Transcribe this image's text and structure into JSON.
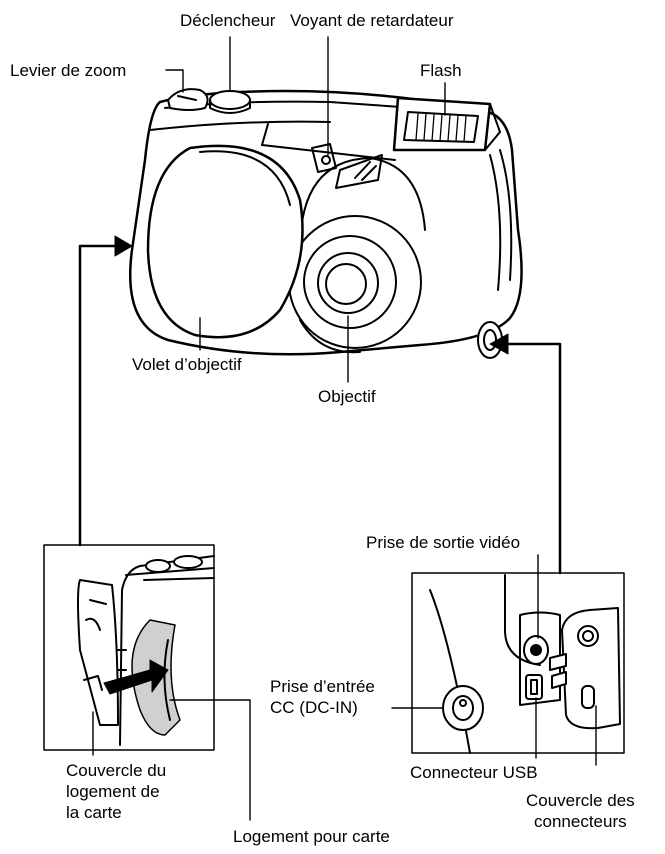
{
  "labels": {
    "declencheur": "Déclencheur",
    "voyant": "Voyant de retardateur",
    "levier_zoom": "Levier de zoom",
    "flash": "Flash",
    "volet": "Volet d’objectif",
    "objectif": "Objectif",
    "prise_video": "Prise de sortie vidéo",
    "prise_dc": "Prise d’entrée\nCC (DC-IN)",
    "connecteur_usb": "Connecteur USB",
    "couvercle_connecteurs": "Couvercle des\nconnecteurs",
    "couvercle_carte": "Couvercle du\nlogement de\nla carte",
    "logement_carte": "Logement pour carte"
  },
  "colors": {
    "line": "#000000",
    "background": "#ffffff",
    "shade": "#d0d0d0"
  }
}
